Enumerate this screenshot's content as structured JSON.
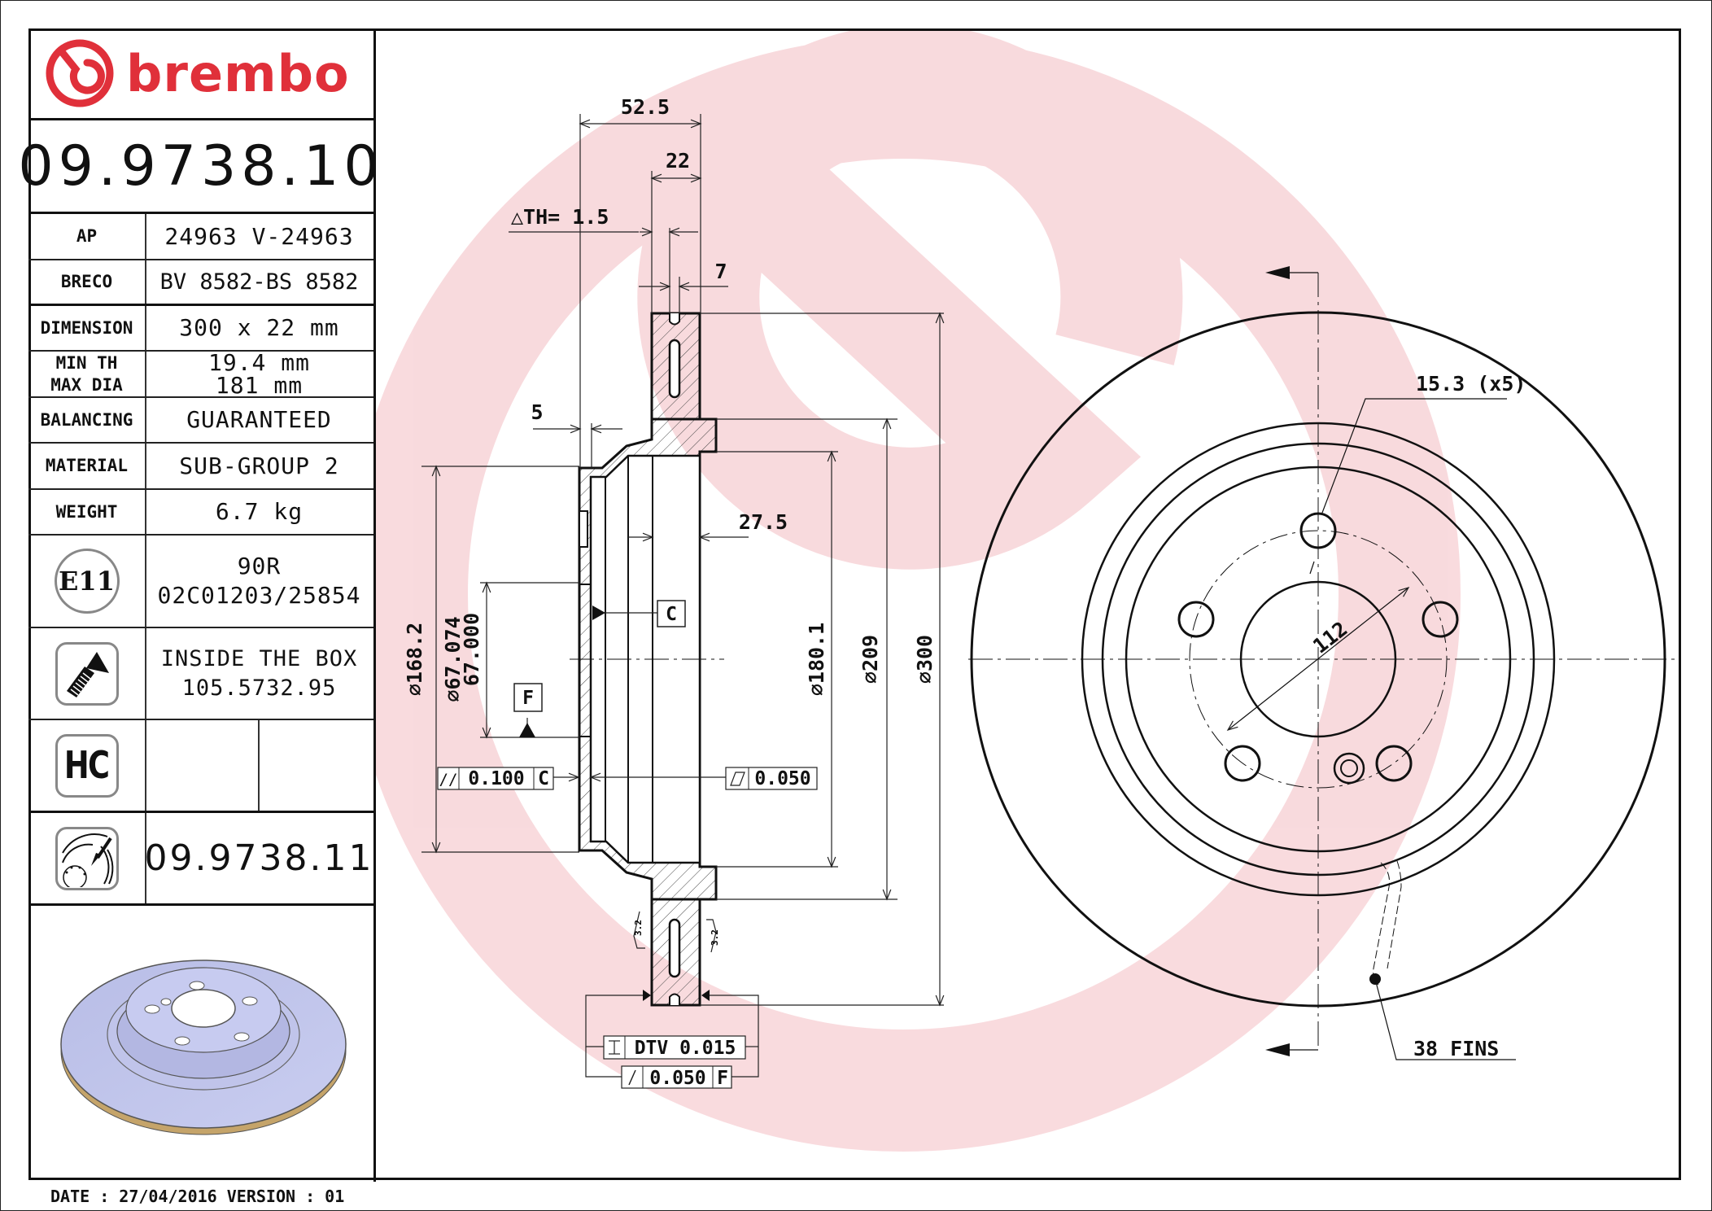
{
  "brand": {
    "name": "brembo",
    "color": "#e0303a",
    "watermark_color": "#f7d5d8"
  },
  "part_number": "09.9738.10",
  "specs": [
    {
      "label": "AP",
      "value": "24963 V-24963"
    },
    {
      "label": "BRECO",
      "value": "BV 8582-BS 8582"
    },
    {
      "label": "DIMENSION",
      "value": "300 x 22 mm"
    },
    {
      "label": "MIN TH\nMAX DIA",
      "label_line1": "MIN TH",
      "label_line2": "MAX DIA",
      "value_line1": "19.4 mm",
      "value_line2": "181 mm"
    },
    {
      "label": "BALANCING",
      "value": "GUARANTEED"
    },
    {
      "label": "MATERIAL",
      "value": "SUB-GROUP 2"
    },
    {
      "label": "WEIGHT",
      "value": "6.7 kg"
    }
  ],
  "homologation": {
    "icon": "e11-approval-icon",
    "badge": "E11",
    "line1": "90R",
    "line2": "02C01203/25854"
  },
  "screws": {
    "icon": "screw-icon",
    "line1": "INSIDE THE BOX",
    "line2": "105.5732.95"
  },
  "hc": {
    "icon": "hc-coating-icon",
    "badge": "HC"
  },
  "alternative": {
    "icon": "disc-caliper-icon",
    "part_number": "09.9738.11"
  },
  "footer": {
    "date_label": "DATE",
    "date": "27/04/2016",
    "version_label": "VERSION",
    "version": "01",
    "text": "DATE : 27/04/2016 VERSION : 01"
  },
  "section_view": {
    "dims": {
      "overall_height": "52.5",
      "thickness": "22",
      "delta_th": "△TH= 1.5",
      "vent_width": "7",
      "hat_thickness": "5",
      "hat_depth": "27.5",
      "dia_168": "⌀168.2",
      "dia_67_upper": "⌀67.074",
      "dia_67_lower": "67.000",
      "dia_180": "⌀180.1",
      "dia_209": "⌀209",
      "dia_300": "⌀300",
      "roughness_left": "3.2",
      "roughness_right": "3.2"
    },
    "datums": {
      "c": "C",
      "f": "F"
    },
    "tolerances": {
      "parallelism": {
        "symbol": "//",
        "value": "0.100",
        "datum": "C"
      },
      "flatness": {
        "symbol": "▱",
        "value": "0.050"
      },
      "dtv": {
        "symbol": "⌶",
        "value": "DTV 0.015"
      },
      "runout": {
        "symbol": "↗",
        "value": "0.050",
        "datum": "F"
      }
    }
  },
  "front_view": {
    "bolt_hole": "15.3 (x5)",
    "pcd": "112",
    "fins": "38 FINS"
  }
}
